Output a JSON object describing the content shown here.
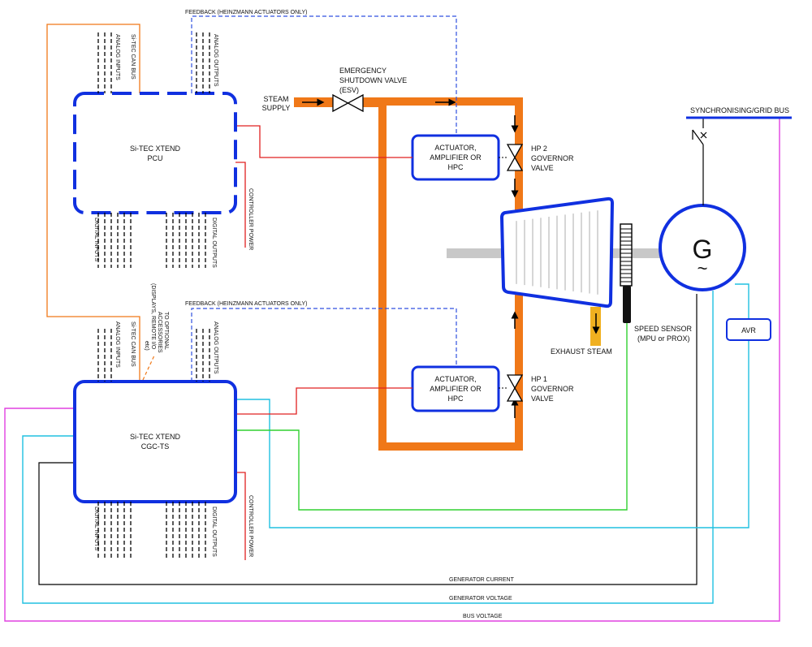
{
  "colors": {
    "blue": "#1030e0",
    "orange": "#f07818",
    "red": "#e02020",
    "magenta": "#e040e0",
    "cyan": "#20c0e0",
    "green": "#30d030",
    "dashed_blue": "#3050e0",
    "exhaust": "#f0b020",
    "shaft": "#c8c8c8"
  },
  "pcu": {
    "line1": "Si-TEC XTEND",
    "line2": "PCU"
  },
  "cgc": {
    "line1": "Si-TEC XTEND",
    "line2": "CGC-TS"
  },
  "top_labels": {
    "analog_inputs": "ANALOG INPUTS",
    "can_bus": "Si-TEC CAN BUS",
    "analog_outputs": "ANALOG OUTPUTS",
    "digital_inputs": "DIGITAL INPUTS",
    "digital_outputs": "DIGITAL OUTPUTS",
    "controller_power": "CONTROLLER POWER"
  },
  "bottom_labels": {
    "analog_inputs": "ANALOG INPUTS",
    "can_bus": "Si-TEC CAN BUS",
    "optional_1": "TO OPTIONAL",
    "optional_2": "ACCESSORIES",
    "optional_3": "(DISPLAYS, REMOTE I/O",
    "optional_4": "etc)",
    "analog_outputs": "ANALOG OUTPUTS",
    "digital_inputs": "DIGITAL INPUTS",
    "digital_outputs": "DIGITAL OUTPUTS",
    "controller_power": "CONTROLLER POWER"
  },
  "feedback_top": "FEEDBACK (HEINZMANN ACTUATORS ONLY)",
  "feedback_bottom": "FEEDBACK (HEINZMANN ACTUATORS ONLY)",
  "steam_supply": {
    "line1": "STEAM",
    "line2": "SUPPLY"
  },
  "esv": {
    "line1": "EMERGENCY",
    "line2": "SHUTDOWN VALVE",
    "line3": "(ESV)"
  },
  "actuator_top": {
    "line1": "ACTUATOR,",
    "line2": "AMPLIFIER OR",
    "line3": "HPC"
  },
  "actuator_bottom": {
    "line1": "ACTUATOR,",
    "line2": "AMPLIFIER OR",
    "line3": "HPC"
  },
  "hp2": {
    "line1": "HP 2",
    "line2": "GOVERNOR",
    "line3": "VALVE"
  },
  "hp1": {
    "line1": "HP 1",
    "line2": "GOVERNOR",
    "line3": "VALVE"
  },
  "exhaust": "EXHAUST STEAM",
  "speed_sensor": {
    "line1": "SPEED SENSOR",
    "line2": "(MPU or PROX)"
  },
  "generator": {
    "letter": "G",
    "tilde": "~"
  },
  "avr": "AVR",
  "sync_bus": "SYNCHRONISING/GRID BUS",
  "generator_current": "GENERATOR CURRENT",
  "generator_voltage": "GENERATOR VOLTAGE",
  "bus_voltage": "BUS VOLTAGE"
}
